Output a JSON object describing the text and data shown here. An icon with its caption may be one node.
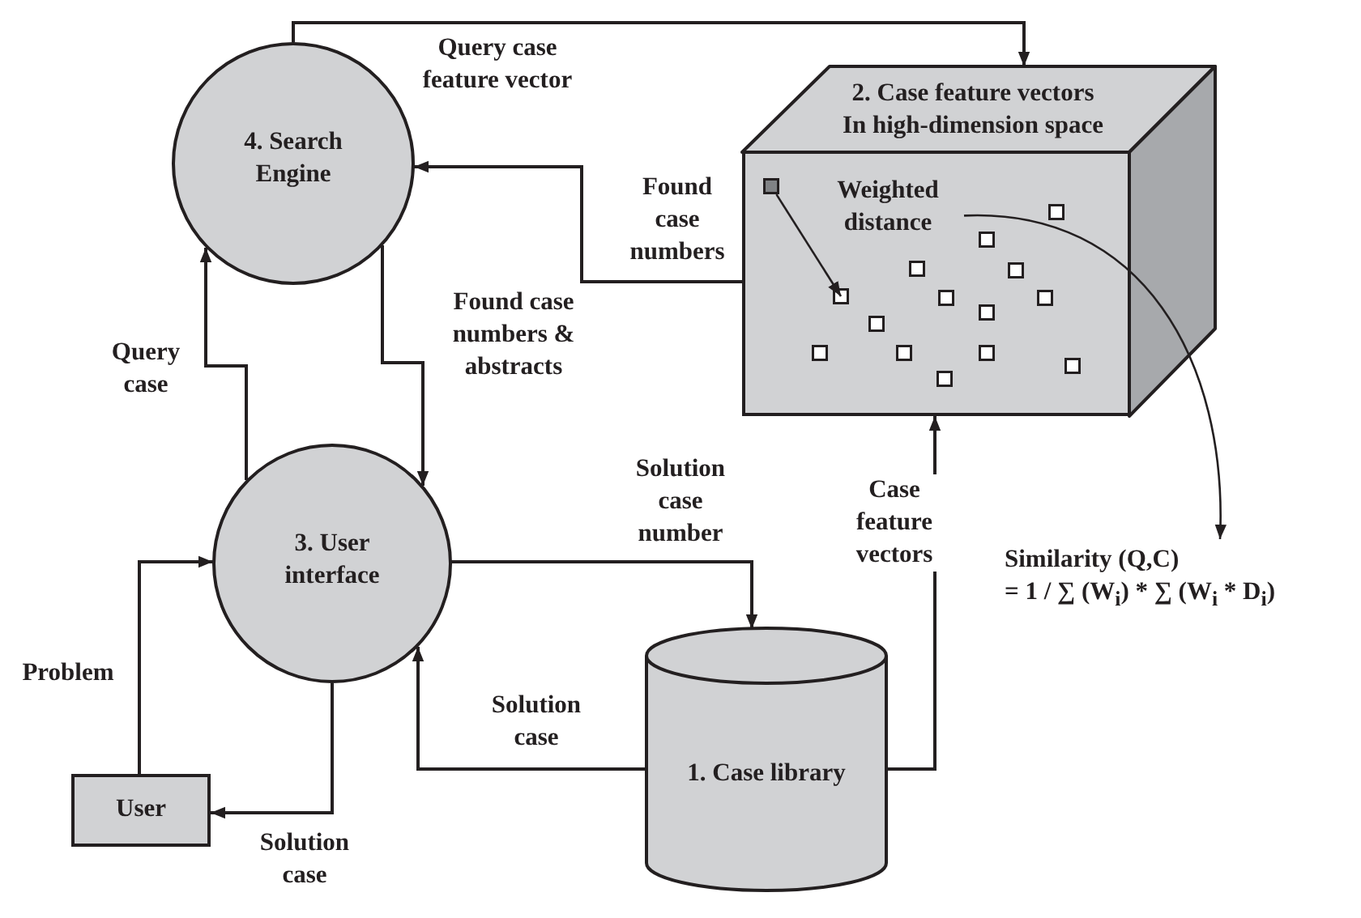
{
  "diagram": {
    "nodes": [
      {
        "text": [
          "4. Search Engine"
        ]
      },
      {
        "text": [
          "2. Case feature vectors In high-dimension space"
        ]
      },
      {
        "text": [],
        "shape": "box",
        "in": 1
      },
      {
        "text": [],
        "shape": "box",
        "in": 1
      },
      {
        "text": [
          "Weighted distance"
        ],
        "in": 1
      },
      {
        "text": [
          "Similarity (Q,C)",
          "= 1 / ∑ (W$_{i}$) * ∑ (W$_{i}$ * D$_{i}$)"
        ]
      },
      {
        "text": [
          "3. User interface"
        ]
      },
      {
        "text": [
          "User"
        ]
      },
      {
        "text": [
          "1. Case library"
        ]
      }
    ],
    "edges": [
      {
        "from": 0,
        "to": 1,
        "arrow": "to",
        "label": "Query case feature vector"
      },
      {
        "from": 1,
        "to": 0,
        "arrow": "to",
        "label": "Found case numbers"
      },
      {
        "from": 0,
        "to": 6,
        "arrow": "to",
        "label": "Found case numbers & abstracts"
      },
      {
        "from": 6,
        "to": 0,
        "arrow": "to",
        "label": "Query case"
      },
      {
        "from": 7,
        "to": 6,
        "arrow": "to",
        "label": "Problem"
      },
      {
        "from": 6,
        "to": 7,
        "arrow": "to",
        "label": "Solution case"
      },
      {
        "from": 6,
        "to": 8,
        "arrow": "to",
        "label": "Solution case number"
      },
      {
        "from": 8,
        "to": 6,
        "arrow": "to",
        "label": "Solution case"
      },
      {
        "from": 8,
        "to": 1,
        "arrow": "to",
        "label": "Case feature vectors"
      },
      {
        "from": 2,
        "to": 3,
        "arrow": "to"
      },
      {
        "from": 4,
        "to": 5,
        "arrow": "to"
      }
    ]
  }
}
